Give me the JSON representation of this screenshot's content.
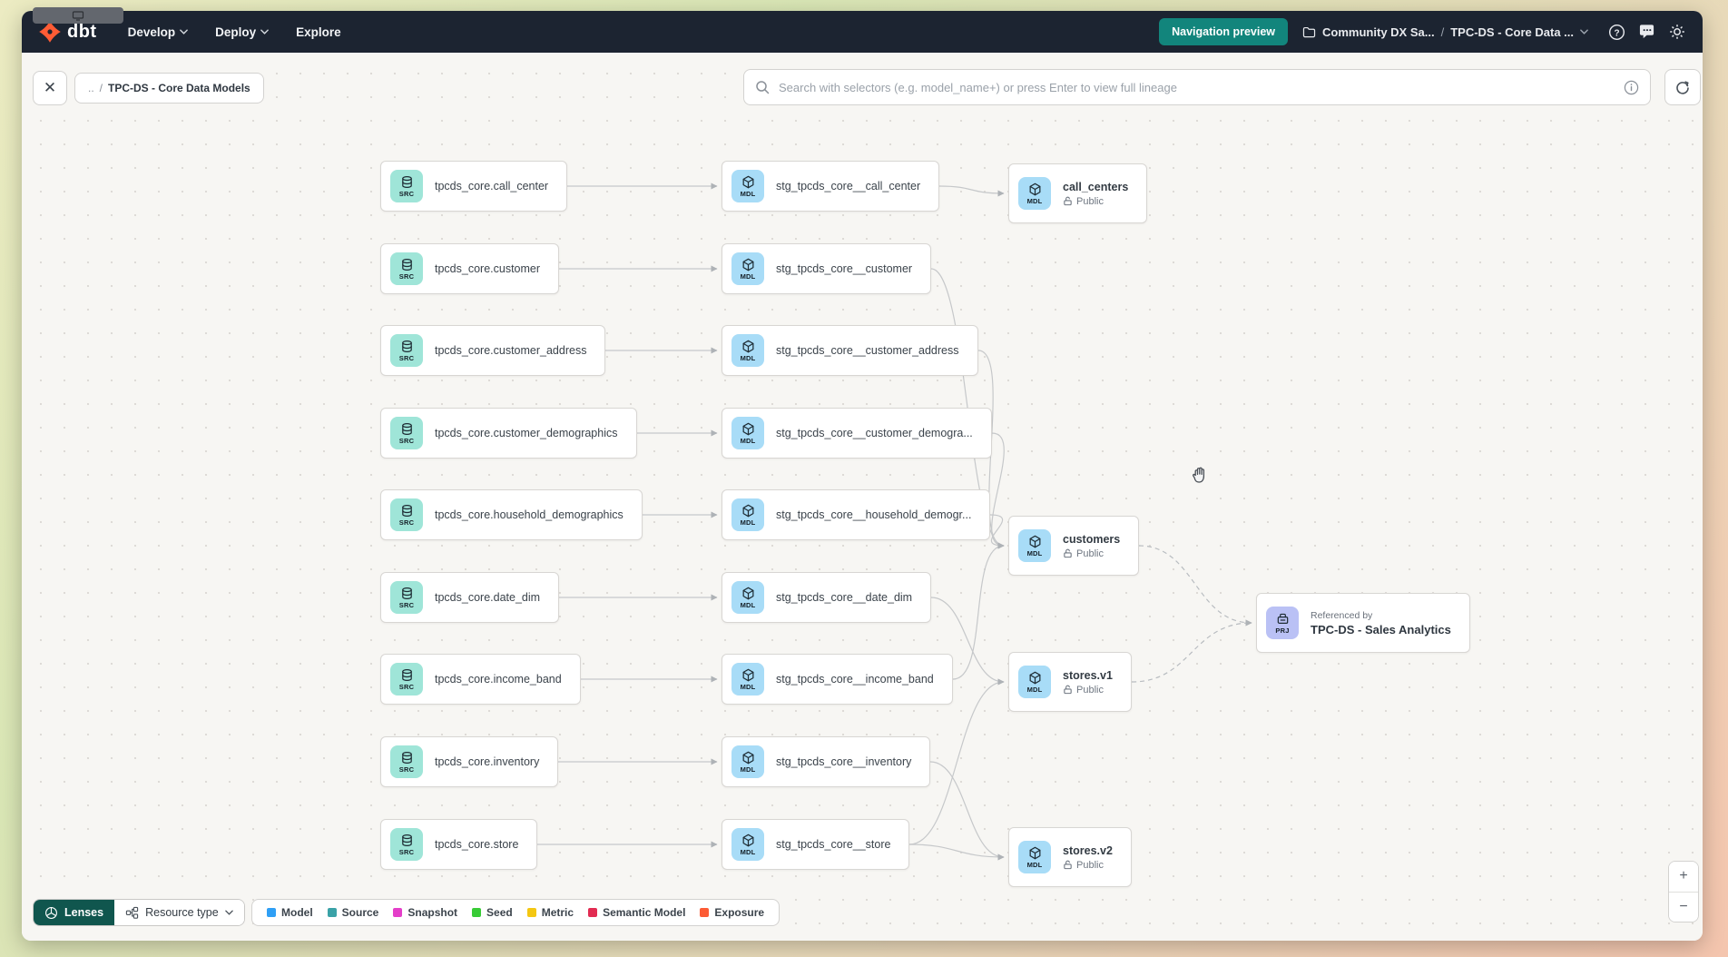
{
  "badges": {
    "src": "SRC",
    "mdl": "MDL",
    "prj": "PRJ"
  },
  "navbar": {
    "brand": "dbt",
    "menus": [
      {
        "label": "Develop",
        "has_chevron": true
      },
      {
        "label": "Deploy",
        "has_chevron": true
      },
      {
        "label": "Explore",
        "has_chevron": false
      }
    ],
    "preview_button": "Navigation preview",
    "project_breadcrumb": "Community DX Sa...",
    "separator": "/",
    "page_breadcrumb": "TPC-DS - Core Data ..."
  },
  "toolbar": {
    "close_label": "✕",
    "breadcrumb_up": "..",
    "breadcrumb_separator": "/",
    "breadcrumb_label": "TPC-DS - Core Data Models",
    "search_placeholder": "Search with selectors (e.g. model_name+) or press Enter to view full lineage"
  },
  "graph": {
    "sources": [
      "tpcds_core.call_center",
      "tpcds_core.customer",
      "tpcds_core.customer_address",
      "tpcds_core.customer_demographics",
      "tpcds_core.household_demographics",
      "tpcds_core.date_dim",
      "tpcds_core.income_band",
      "tpcds_core.inventory",
      "tpcds_core.store"
    ],
    "staging": [
      "stg_tpcds_core__call_center",
      "stg_tpcds_core__customer",
      "stg_tpcds_core__customer_address",
      "stg_tpcds_core__customer_demogra...",
      "stg_tpcds_core__household_demogr...",
      "stg_tpcds_core__date_dim",
      "stg_tpcds_core__income_band",
      "stg_tpcds_core__inventory",
      "stg_tpcds_core__store"
    ],
    "models": [
      {
        "name": "call_centers",
        "access": "Public"
      },
      {
        "name": "customers",
        "access": "Public"
      },
      {
        "name": "stores.v1",
        "access": "Public"
      },
      {
        "name": "stores.v2",
        "access": "Public"
      }
    ],
    "project": {
      "caption": "Referenced by",
      "name": "TPC-DS - Sales Analytics"
    },
    "edges": {
      "staging_to_model": [
        [
          0,
          0
        ],
        [
          1,
          1
        ],
        [
          2,
          1
        ],
        [
          3,
          1
        ],
        [
          4,
          1
        ],
        [
          6,
          1
        ],
        [
          5,
          2
        ],
        [
          8,
          2
        ],
        [
          7,
          3
        ],
        [
          8,
          3
        ]
      ],
      "model_to_project": [
        1,
        2
      ]
    }
  },
  "controls": {
    "lenses": "Lenses",
    "resource_type": "Resource type",
    "zoom_in": "+",
    "zoom_out": "−"
  },
  "legend": {
    "items": [
      {
        "label": "Model",
        "color": "#2f9ff5"
      },
      {
        "label": "Source",
        "color": "#3aa2a7"
      },
      {
        "label": "Snapshot",
        "color": "#e43ec9"
      },
      {
        "label": "Seed",
        "color": "#38cb36"
      },
      {
        "label": "Metric",
        "color": "#f4c712"
      },
      {
        "label": "Semantic Model",
        "color": "#e22b52"
      },
      {
        "label": "Exposure",
        "color": "#fc5b35"
      }
    ]
  }
}
